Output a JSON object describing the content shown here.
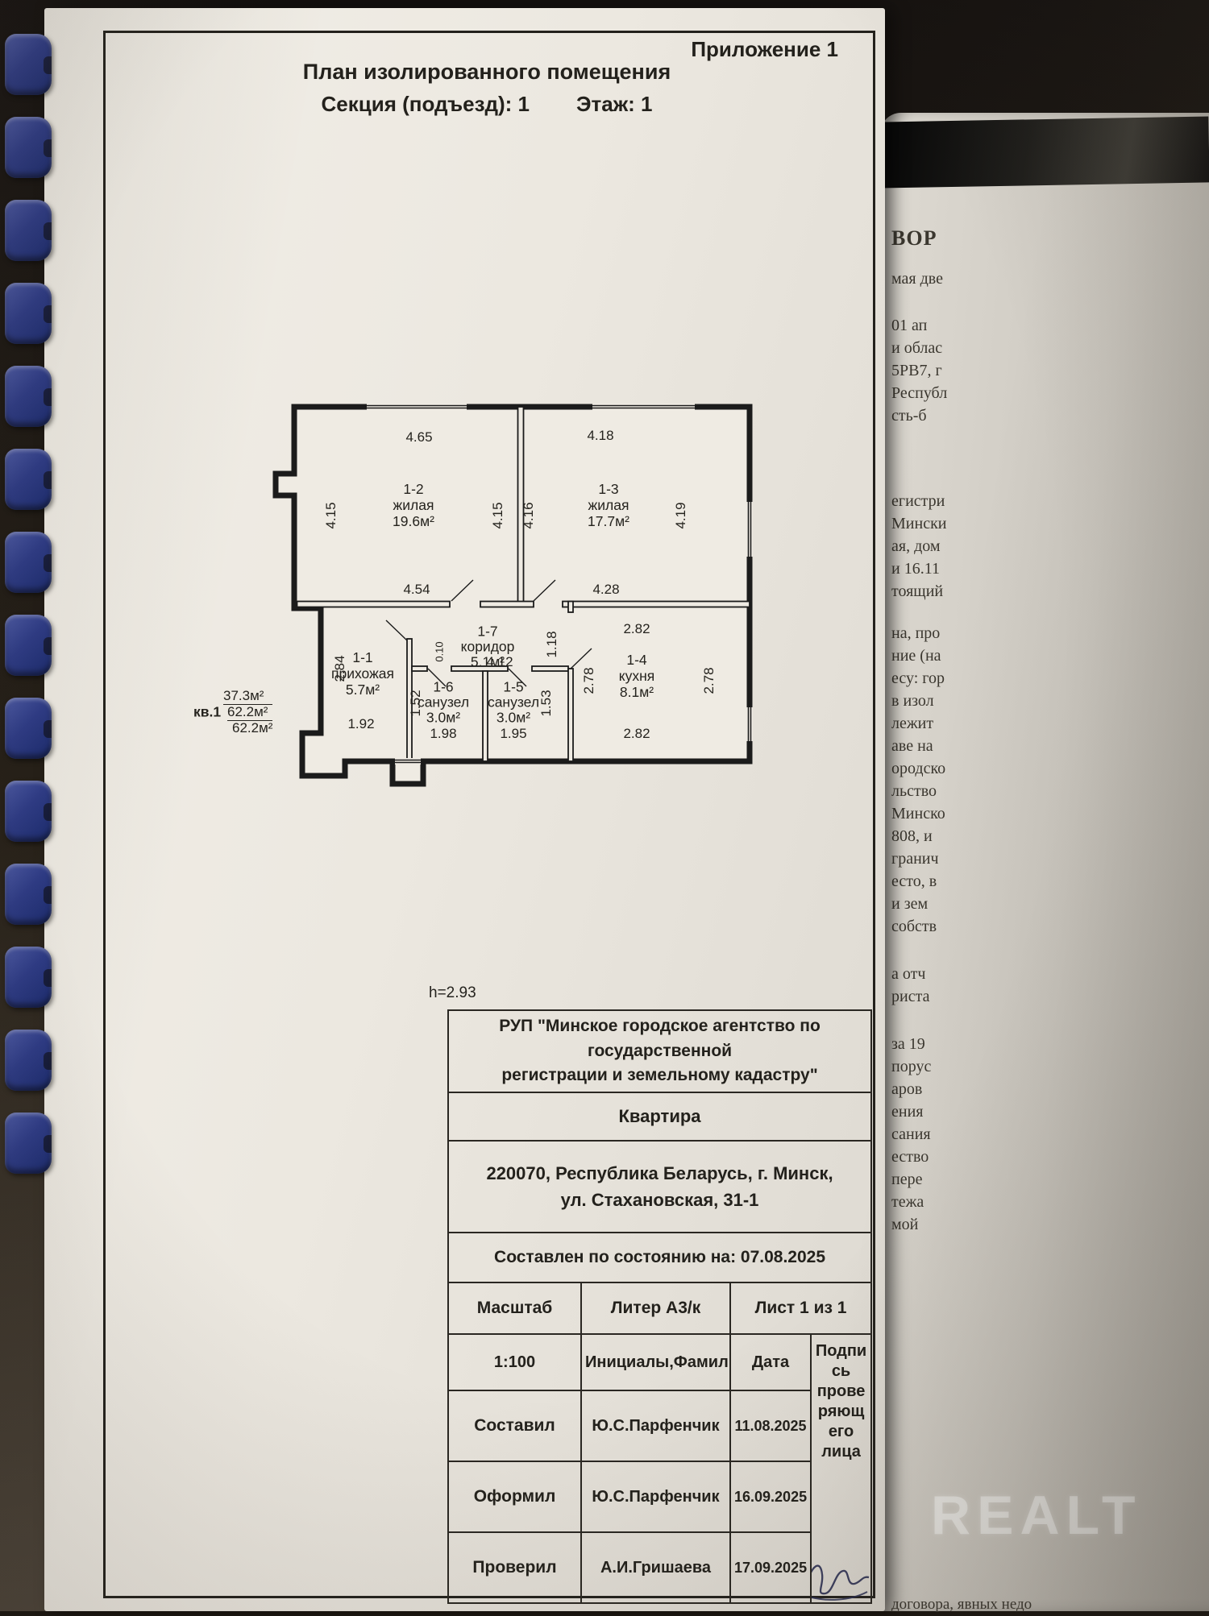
{
  "header": {
    "appendix": "Приложение 1",
    "title": "План изолированного помещения",
    "section_label": "Секция (подъезд): 1",
    "floor_label": "Этаж: 1"
  },
  "plan": {
    "apartment": {
      "number": "кв.1",
      "area_living": "37.3м²",
      "area_total": "62.2м²",
      "area_total_repeat": "62.2м²"
    },
    "height_note": "h=2.93",
    "rooms": {
      "r12": {
        "num": "1-2",
        "name": "жилая",
        "area": "19.6м²"
      },
      "r13": {
        "num": "1-3",
        "name": "жилая",
        "area": "17.7м²"
      },
      "r17": {
        "num": "1-7",
        "name": "коридор",
        "area": "5.1м²"
      },
      "r11": {
        "num": "1-1",
        "name": "прихожая",
        "area": "5.7м²"
      },
      "r16": {
        "num": "1-6",
        "name": "санузел",
        "area": "3.0м²"
      },
      "r15": {
        "num": "1-5",
        "name": "санузел",
        "area": "3.0м²"
      },
      "r14": {
        "num": "1-4",
        "name": "кухня",
        "area": "8.1м²"
      }
    },
    "dims": {
      "room12_top": "4.65",
      "room13_top": "4.18",
      "room12_left": "4.15",
      "room12_right": "4.15",
      "room13_left": "4.16",
      "room13_right": "4.19",
      "room12_bottom": "4.54",
      "room13_bottom": "4.28",
      "kitchen_top": "2.82",
      "kitchen_bottom": "2.82",
      "kitchen_left": "2.78",
      "kitchen_right": "2.78",
      "hall_left": "2.84",
      "hall_bottom": "1.92",
      "wc1_left": "1.52",
      "wc1_bottom": "1.98",
      "wc2_bottom": "1.95",
      "wc2_right": "1.53",
      "corridor_length": "4.12",
      "door_opening": "1.18",
      "wall_thickness": "0.10"
    }
  },
  "title_block": {
    "agency_line1": "РУП \"Минское городское агентство по государственной",
    "agency_line2": "регистрации и земельному кадастру\"",
    "object_type": "Квартира",
    "address_line1": "220070, Республика Беларусь, г. Минск,",
    "address_line2": "ул. Стахановская, 31-1",
    "compiled": "Составлен по состоянию на: 07.08.2025",
    "scale_label": "Масштаб",
    "liter": "Литер А3/к",
    "sheet": "Лист 1 из 1",
    "scale_value": "1:100",
    "initials_header": "Инициалы,Фамилия",
    "date_header": "Дата",
    "signature_header": "Подпись проверяющего лица",
    "rows": [
      {
        "role": "Составил",
        "name": "Ю.С.Парфенчик",
        "date": "11.08.2025"
      },
      {
        "role": "Оформил",
        "name": "Ю.С.Парфенчик",
        "date": "16.09.2025"
      },
      {
        "role": "Проверил",
        "name": "А.И.Гришаева",
        "date": "17.09.2025"
      }
    ]
  },
  "right_page": {
    "blocks": [
      [
        "ВОР"
      ],
      [
        "мая две"
      ],
      [
        "01 ап",
        "и облас",
        "5РВ7, г",
        "Республ",
        "сть-б"
      ],
      [
        "егистри",
        "Мински",
        "ая, дом",
        "и 16.11",
        "тоящий"
      ],
      [
        "на, про",
        "ние (на",
        "есу: гор",
        "в изол",
        "лежит",
        "аве на",
        "ородско",
        "льство",
        "Минско",
        "808, и",
        "гранич",
        "есто, в",
        "и зем",
        "собств"
      ],
      [
        "а отч",
        "риста"
      ],
      [
        "за 19",
        "порус",
        "аров",
        "ения",
        "сания",
        "ество",
        "пере",
        "тежа",
        "мой"
      ],
      [
        "договора, явных недо"
      ]
    ]
  },
  "watermark": "REALT",
  "binding": {
    "comb_count": 14
  }
}
